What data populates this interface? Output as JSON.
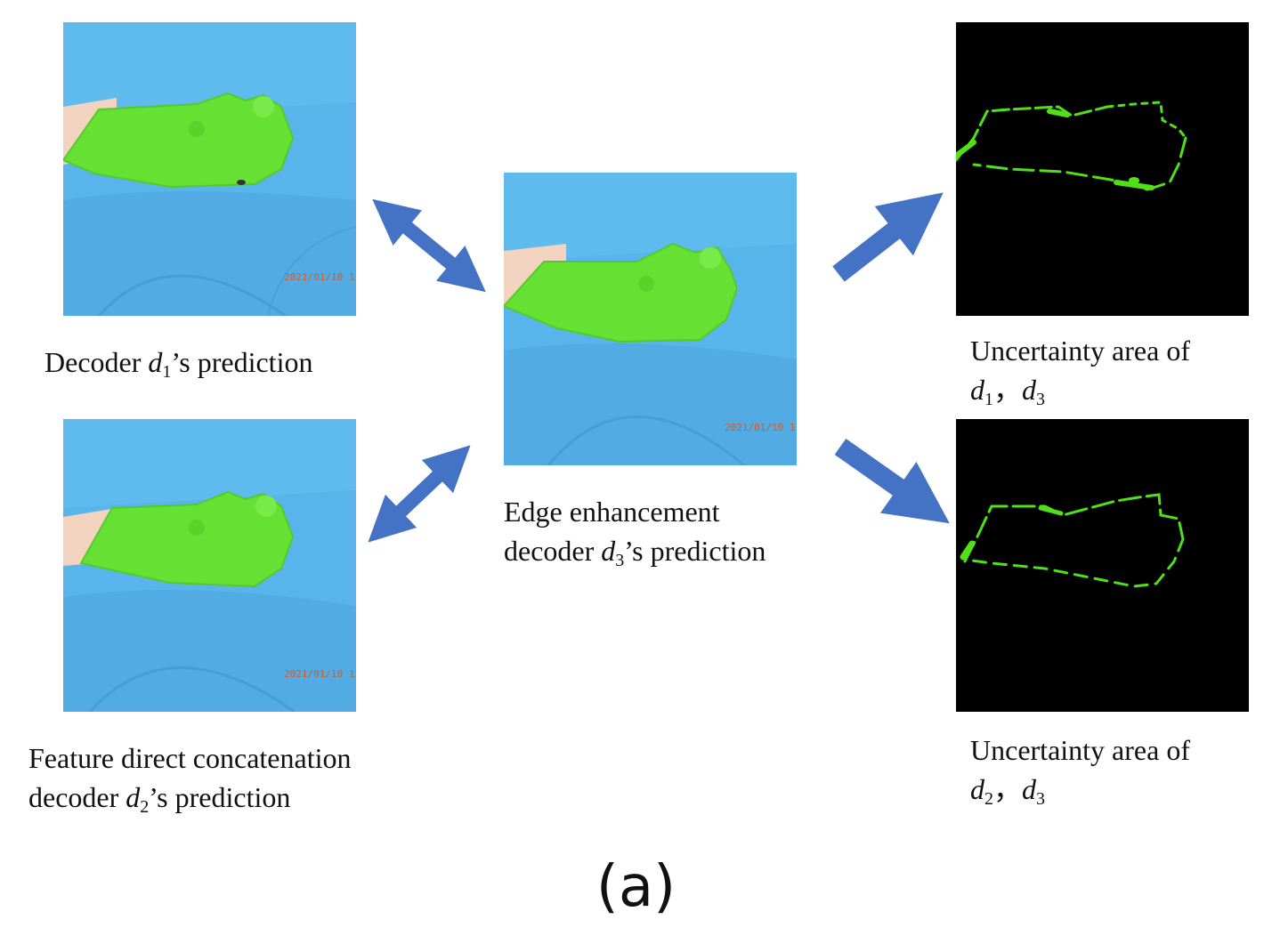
{
  "colors": {
    "arrow": "#4472C4",
    "cloth": "#5BB5EA",
    "glove_mask": "#66E033",
    "uncertainty_edge": "#4FE01A",
    "uncertainty_bg": "#000000"
  },
  "panels": {
    "d1": {
      "caption_pre": "Decoder ",
      "var": "d",
      "sub": "1",
      "caption_post": "’s prediction"
    },
    "d2": {
      "line1": "Feature direct concatenation",
      "caption_pre": "decoder ",
      "var": "d",
      "sub": "2",
      "caption_post": "’s prediction"
    },
    "d3": {
      "line1": "Edge enhancement",
      "caption_pre": "decoder ",
      "var": "d",
      "sub": "3",
      "caption_post": "’s prediction"
    },
    "u13": {
      "line1": "Uncertainty  area  of",
      "var_a": "d",
      "sub_a": "1",
      "sep": "，",
      "var_b": "d",
      "sub_b": "3"
    },
    "u23": {
      "line1": "Uncertainty  area  of",
      "var_a": "d",
      "sub_a": "2",
      "sep": "，",
      "var_b": "d",
      "sub_b": "3"
    }
  },
  "stamp_text": "2021/01/10 1",
  "figure_label": "(a)"
}
